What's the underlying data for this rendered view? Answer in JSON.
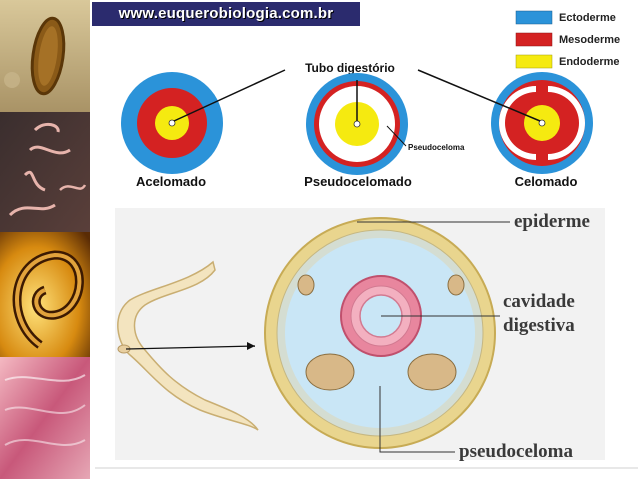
{
  "site": {
    "url": "www.euquerobiologia.com.br"
  },
  "legend": [
    {
      "label": "Ectoderme",
      "color": "#2b93d9"
    },
    {
      "label": "Mesoderme",
      "color": "#d42222"
    },
    {
      "label": "Endoderme",
      "color": "#f5ea10"
    }
  ],
  "top_diagram": {
    "digestive_tube_label": "Tubo digestório",
    "pseudocoelom_label": "Pseudoceloma",
    "types": [
      {
        "label": "Acelomado"
      },
      {
        "label": "Pseudocelomado"
      },
      {
        "label": "Celomado"
      }
    ]
  },
  "cross_section": {
    "labels": {
      "epidermis": "epiderme",
      "digestive_cavity_line1": "cavidade",
      "digestive_cavity_line2": "digestiva",
      "pseudocoelom": "pseudoceloma"
    }
  },
  "colors": {
    "ectoderm": "#2b93d9",
    "mesoderm": "#d42222",
    "endoderm": "#f5ea10",
    "tissue_fill": "#c9e6f6",
    "gut_ring": "#e8869e",
    "wall": "#e9d58e"
  }
}
